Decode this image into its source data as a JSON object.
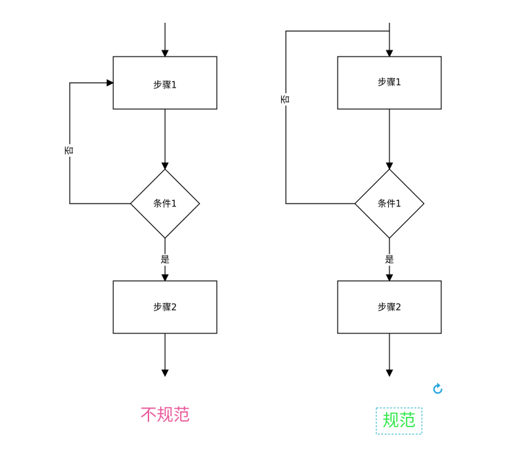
{
  "diagram": {
    "left": {
      "step1": "步骤1",
      "condition": "条件1",
      "step2": "步骤2",
      "no_label": "否",
      "yes_label": "是",
      "caption": "不规范"
    },
    "right": {
      "step1": "步骤1",
      "condition": "条件1",
      "step2": "步骤2",
      "no_label": "否",
      "yes_label": "是",
      "caption": "规范"
    }
  },
  "colors": {
    "stroke": "#000000",
    "fill": "#ffffff",
    "caption_bad": "#ea5a9b",
    "caption_good": "#33e84b",
    "selection": "#27b0c8",
    "rotate_handle": "#29a7e1"
  },
  "icons": {
    "rotate_handle": "rotate-icon"
  }
}
